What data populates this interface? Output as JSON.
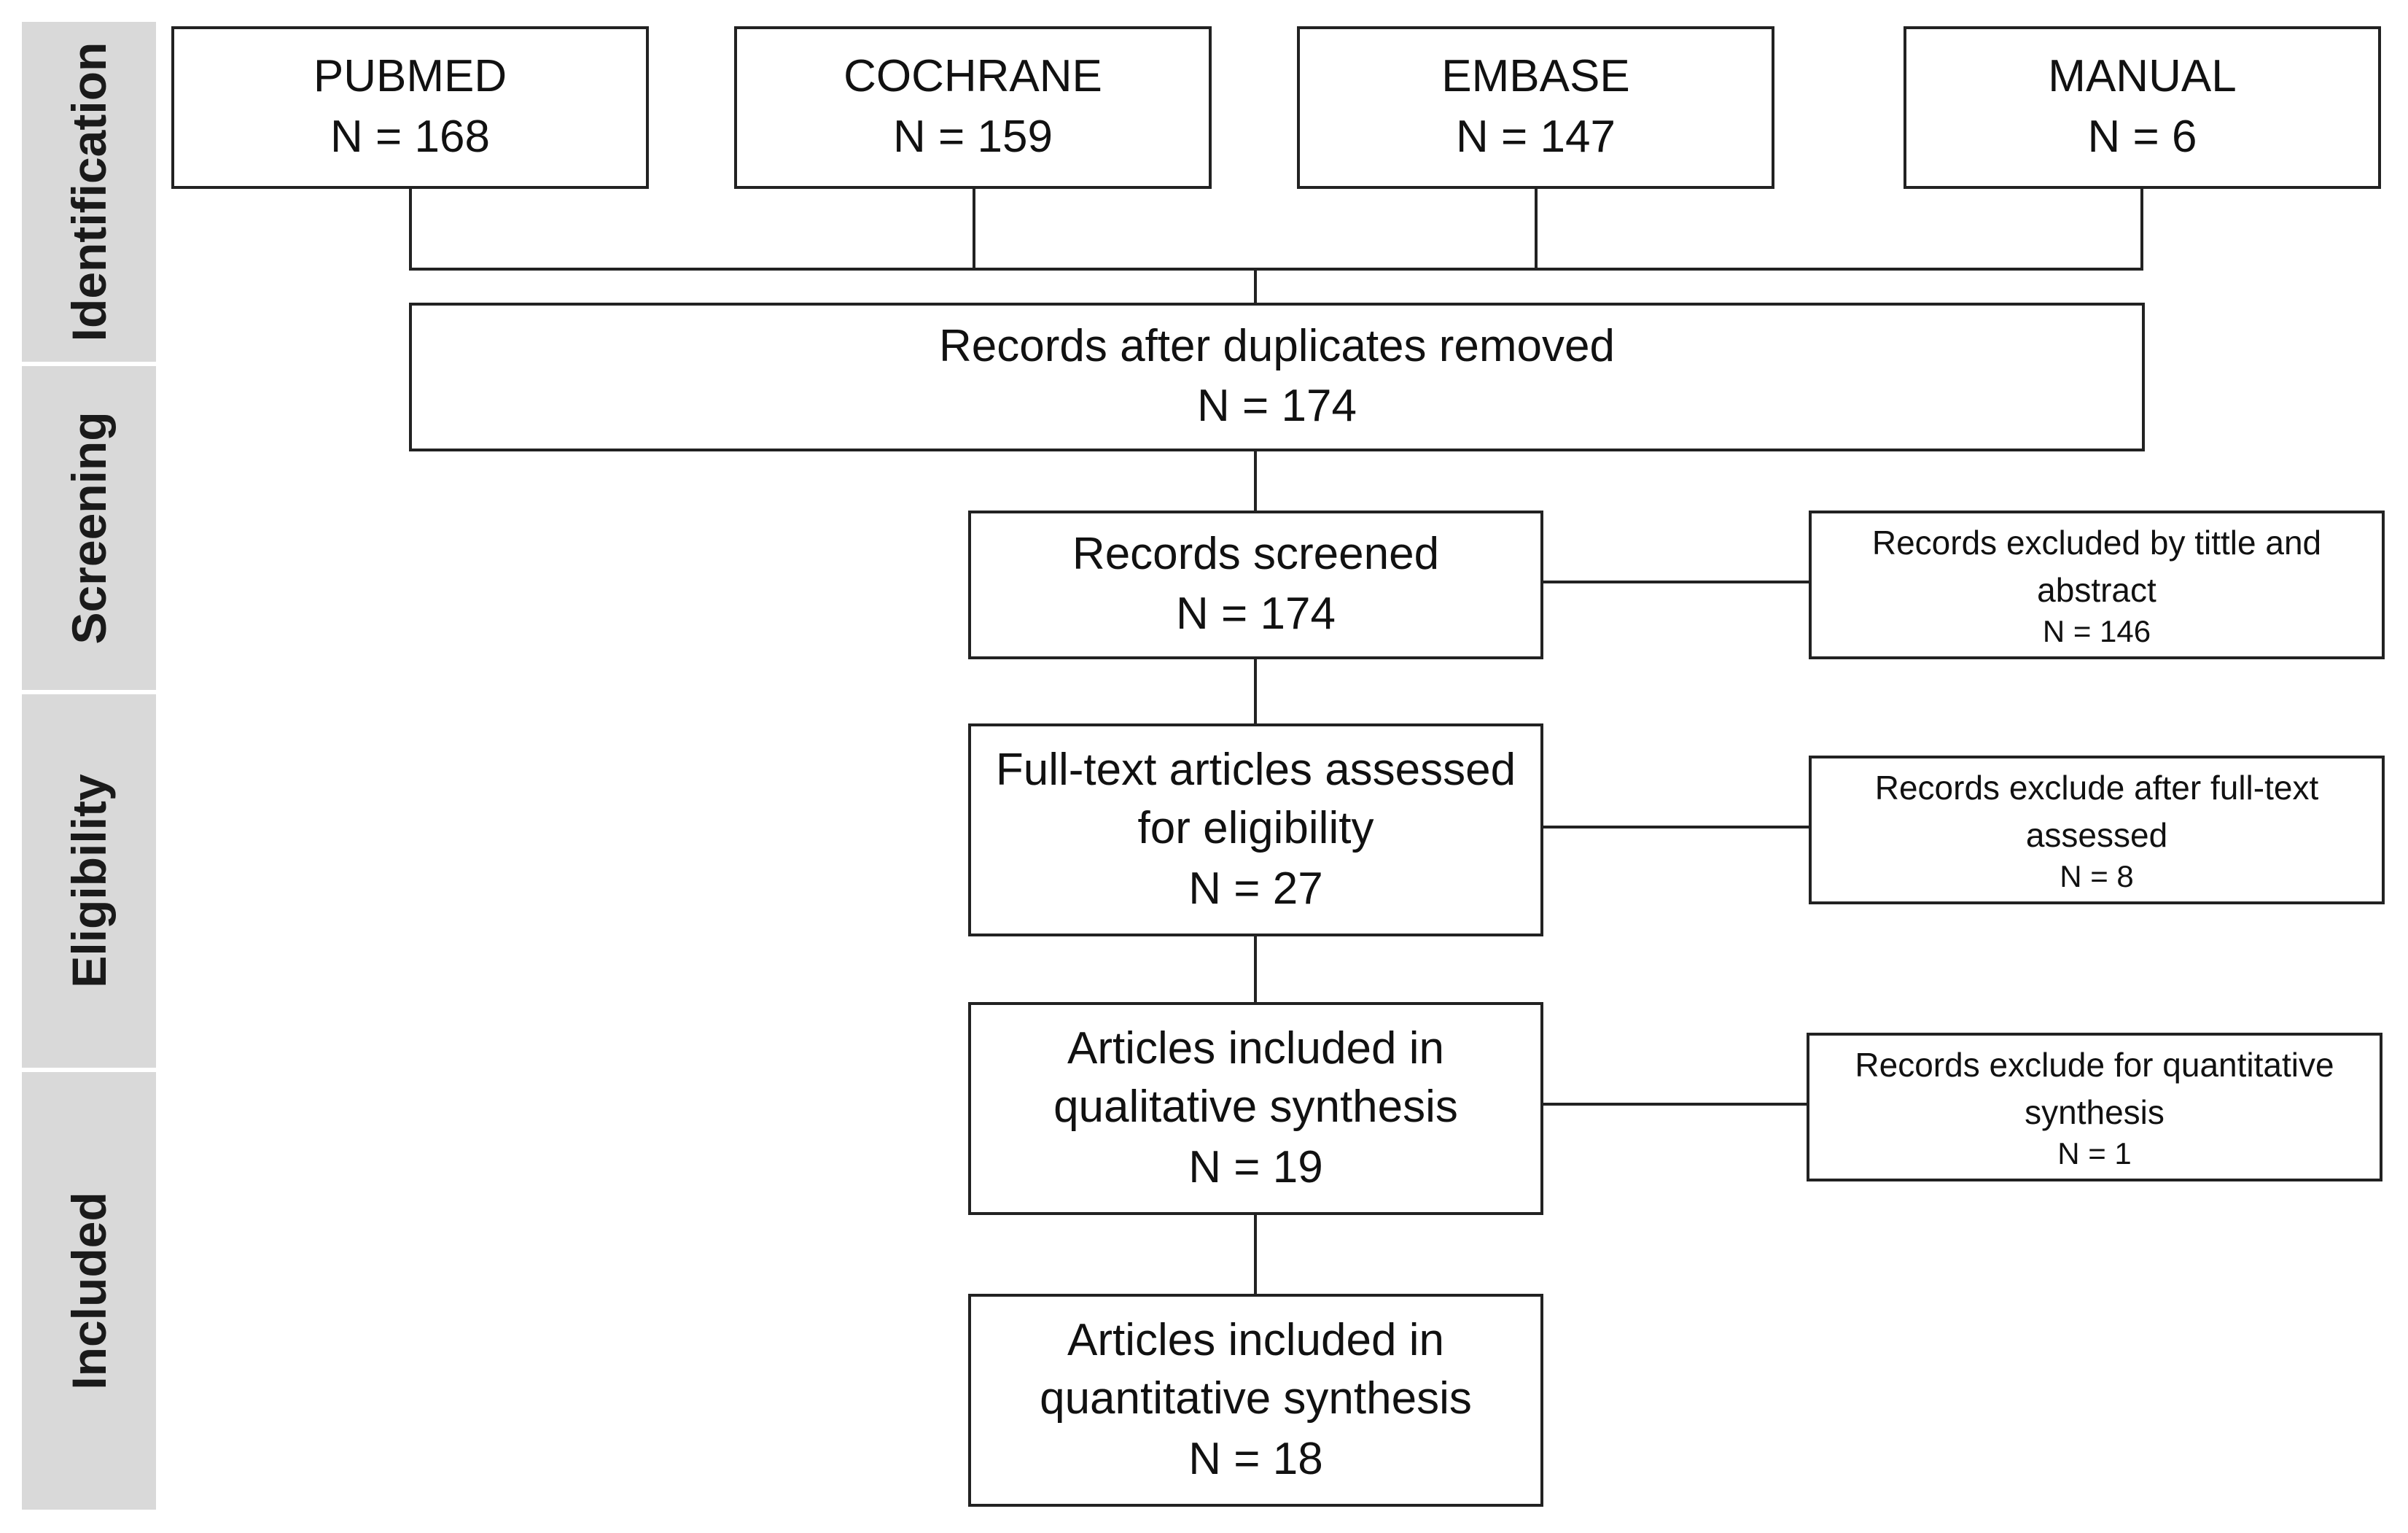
{
  "phases": {
    "identification": "Identification",
    "screening": "Screening",
    "eligibility": "Eligibility",
    "included": "Included"
  },
  "sources": [
    {
      "name": "PUBMED",
      "count": "N = 168"
    },
    {
      "name": "COCHRANE",
      "count": "N = 159"
    },
    {
      "name": "EMBASE",
      "count": "N = 147"
    },
    {
      "name": "MANUAL",
      "count": "N = 6"
    }
  ],
  "dedup": {
    "title": "Records after duplicates removed",
    "count": "N = 174"
  },
  "screened": {
    "title": "Records screened",
    "count": "N = 174"
  },
  "fulltext": {
    "title_1": "Full-text articles assessed",
    "title_2": "for eligibility",
    "count": "N = 27"
  },
  "qualitative": {
    "title_1": "Articles included in",
    "title_2": "qualitative synthesis",
    "count": "N = 19"
  },
  "quantitative": {
    "title_1": "Articles included in",
    "title_2": "quantitative synthesis",
    "count": "N = 18"
  },
  "exclusions": {
    "title_abstract": {
      "title_1": "Records excluded by tittle and",
      "title_2": "abstract",
      "count": "N = 146"
    },
    "fulltext": {
      "title_1": "Records exclude after full-text",
      "title_2": "assessed",
      "count": "N = 8"
    },
    "quantitative": {
      "title_1": "Records exclude for quantitative",
      "title_2": "synthesis",
      "count": "N = 1"
    }
  }
}
